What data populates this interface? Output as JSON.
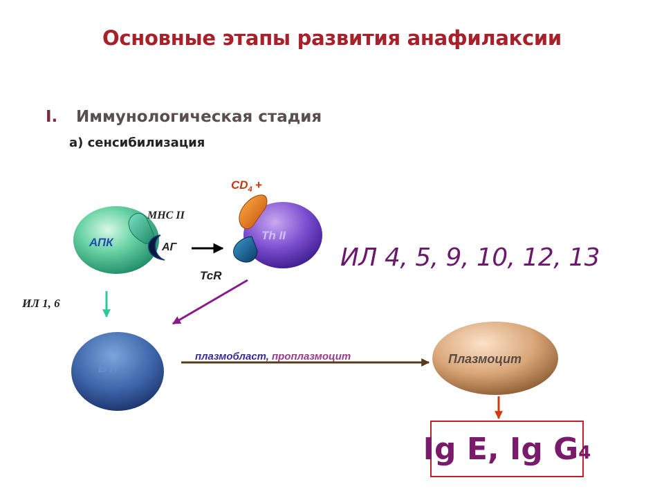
{
  "title": "Основные этапы развития анафилаксии",
  "stage": {
    "number": "I.",
    "label": "Иммунологическая стадия"
  },
  "substage": "а) сенсибилизация",
  "cells": {
    "apc": "АПК",
    "antigen": "АГ",
    "mhc": "MHC II",
    "th": "Th II",
    "cd4_base": "CD",
    "cd4_sub": "4",
    "cd4_plus": "+",
    "tcr": "TcR",
    "b_cell": "В л",
    "plasma_cell": "Плазмоцит"
  },
  "labels": {
    "il_1_6": "ИЛ 1, 6",
    "interleukins": "ИЛ 4, 5, 9, 10, 12, 13",
    "plasmoblast": "плазмобласт,",
    "proplasmocyte": "проплазмоцит"
  },
  "result": {
    "main": "Ig E, Ig G",
    "sub": "4"
  },
  "colors": {
    "title": "#a8202a",
    "interleukins": "#6b1a6b",
    "plasmoblast": "#3a2a9a",
    "proplasmocyte": "#9a3a8a",
    "result_border": "#c0202a"
  }
}
